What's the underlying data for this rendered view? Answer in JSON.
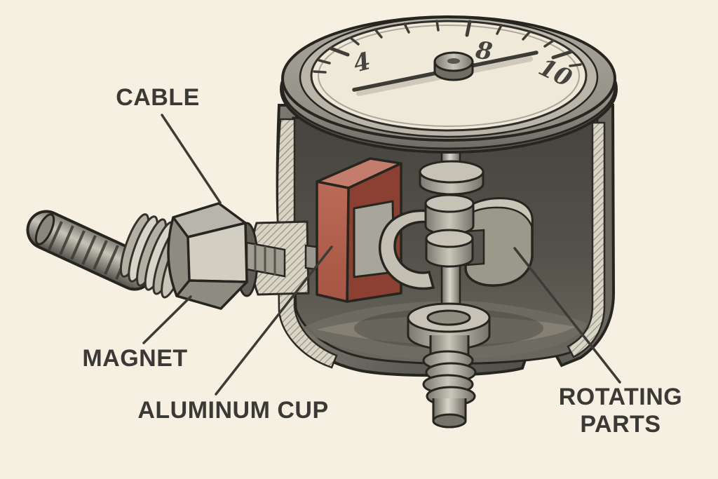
{
  "diagram": {
    "labels": {
      "cable": "CABLE",
      "magnet": "MAGNET",
      "aluminum_cup": "ALUMINUM CUP",
      "rotating_parts_line1": "ROTATING",
      "rotating_parts_line2": "PARTS"
    },
    "gauge": {
      "dial_numbers": [
        "4",
        "8",
        "10"
      ]
    },
    "colors": {
      "background": "#f5f0e1",
      "label_text": "#3a3935",
      "outline": "#2b2a25",
      "dial_face": "#efe9d9",
      "magnet_front": "#b25f4e",
      "magnet_side": "#8c4031",
      "magnet_top": "#c47d6d",
      "metal_light": "#cfccc0",
      "metal_mid": "#8f8c82",
      "metal_dark": "#55544d",
      "cut_surface_hatch": "#d8d4c6"
    }
  }
}
